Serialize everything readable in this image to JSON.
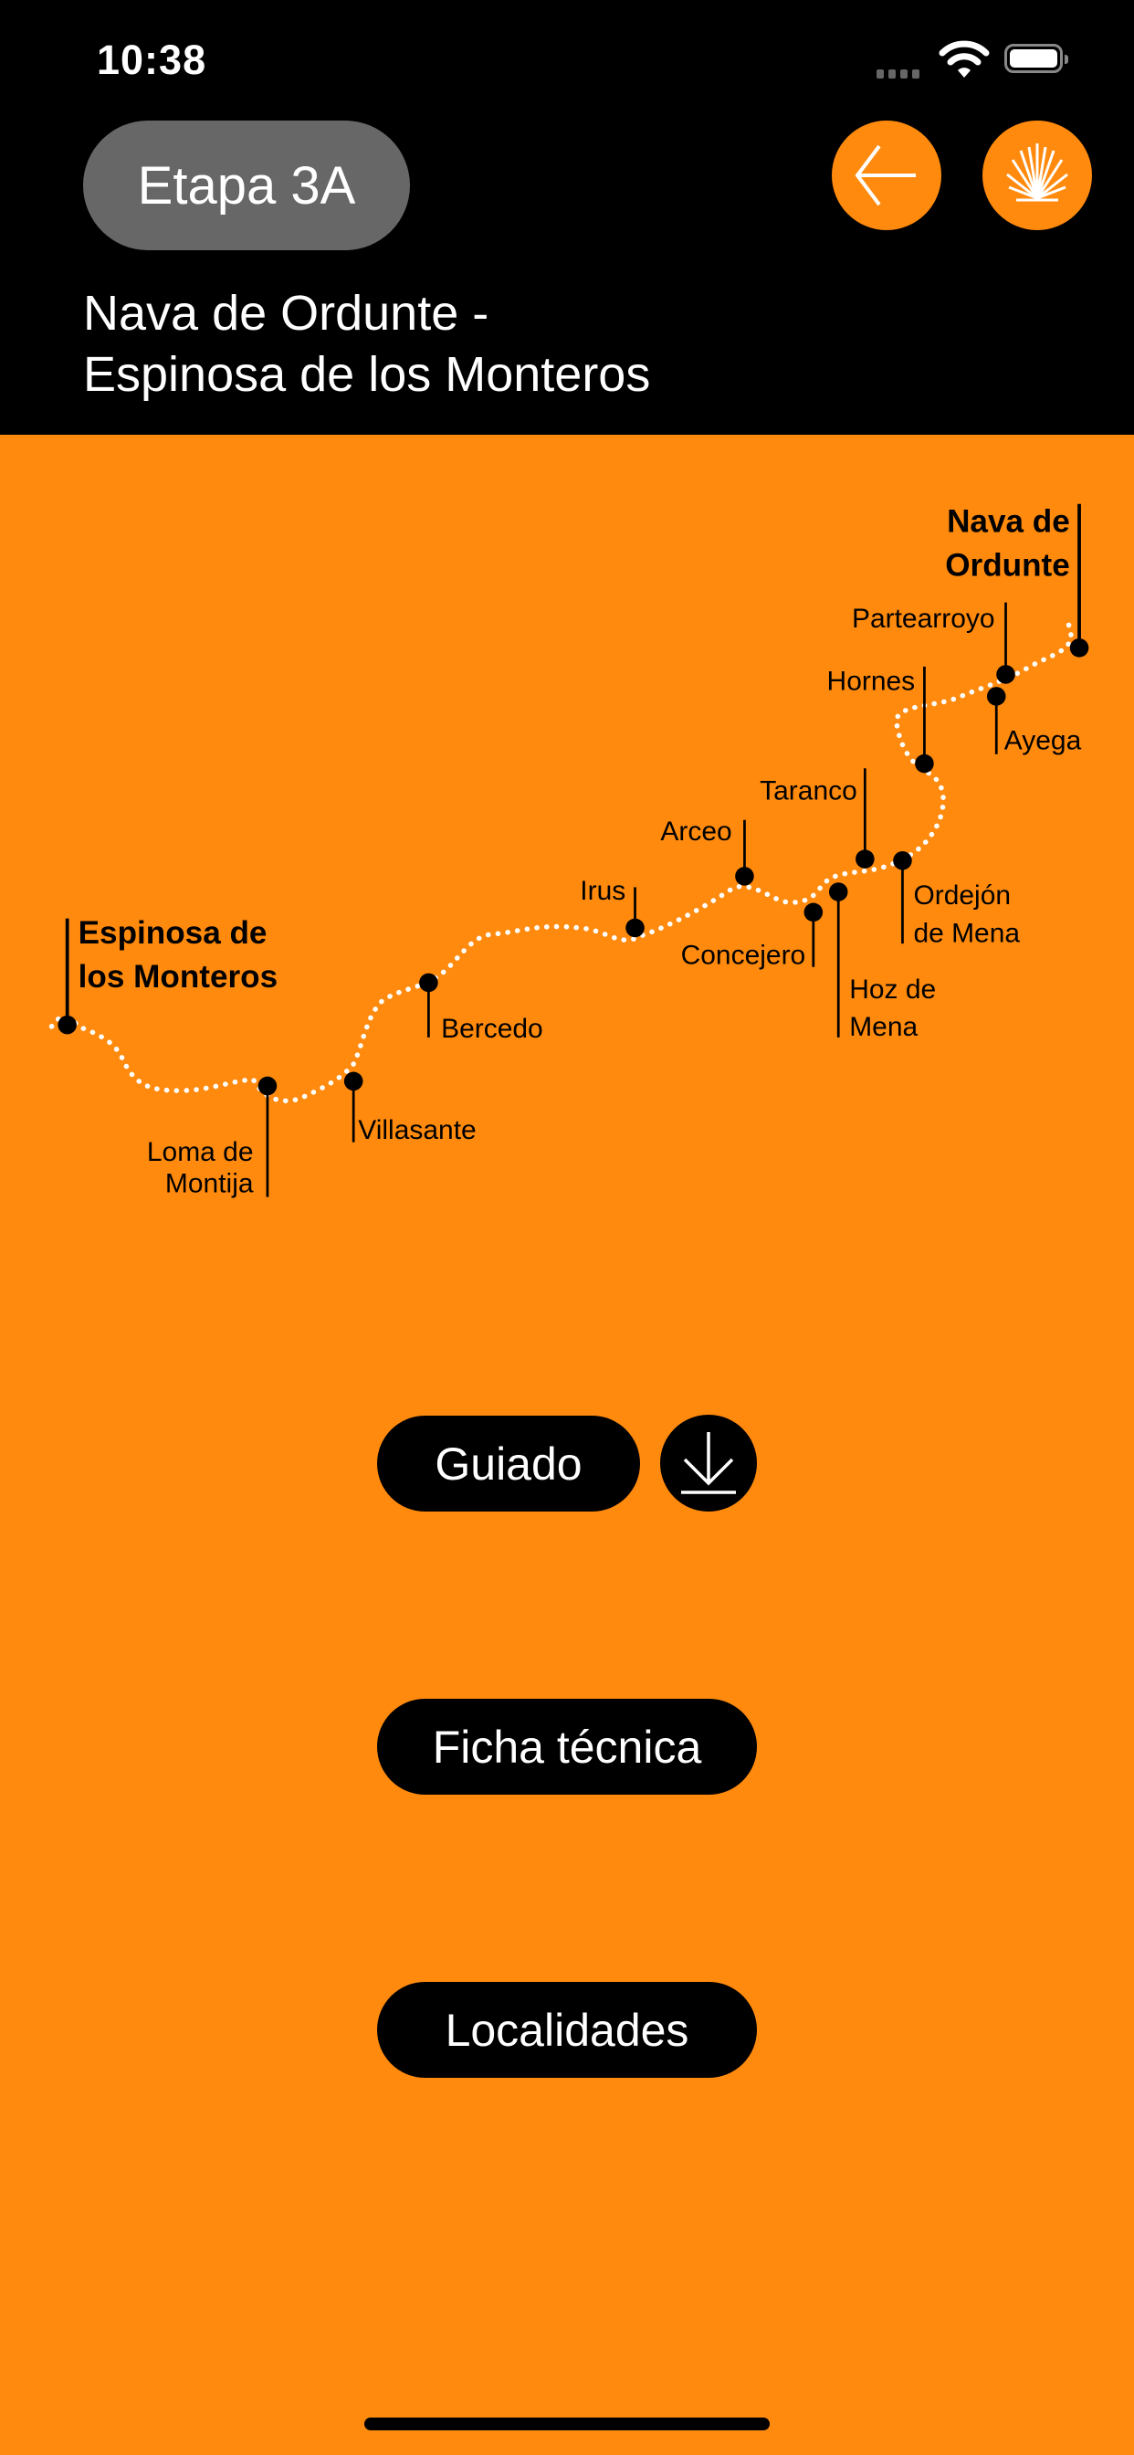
{
  "status_bar": {
    "time": "10:38"
  },
  "header": {
    "stage_label": "Etapa 3A",
    "title_line1": "Nava de Ordunte -",
    "title_line2": "Espinosa de los Monteros",
    "back_icon": "arrow-left-icon",
    "shell_icon": "scallop-shell-icon"
  },
  "map": {
    "places": [
      {
        "lines": [
          "Espinosa de",
          "los Monteros"
        ],
        "bold": true
      },
      {
        "lines": [
          "Loma de",
          "Montija"
        ]
      },
      {
        "lines": [
          "Villasante"
        ]
      },
      {
        "lines": [
          "Bercedo"
        ]
      },
      {
        "lines": [
          "Irus"
        ]
      },
      {
        "lines": [
          "Arceo"
        ]
      },
      {
        "lines": [
          "Concejero"
        ]
      },
      {
        "lines": [
          "Hoz de",
          "Mena"
        ]
      },
      {
        "lines": [
          "Taranco"
        ]
      },
      {
        "lines": [
          "Ordejón",
          "de Mena"
        ]
      },
      {
        "lines": [
          "Hornes"
        ]
      },
      {
        "lines": [
          "Ayega"
        ]
      },
      {
        "lines": [
          "Partearroyo"
        ]
      },
      {
        "lines": [
          "Nava de",
          "Ordunte"
        ],
        "bold": true
      }
    ]
  },
  "actions": {
    "guided": "Guiado",
    "download_icon": "download-icon",
    "tech_sheet": "Ficha técnica",
    "localities": "Localidades"
  },
  "colors": {
    "accent": "#FF8A0E",
    "header_bg": "#000000",
    "pill_grey": "#676767"
  }
}
